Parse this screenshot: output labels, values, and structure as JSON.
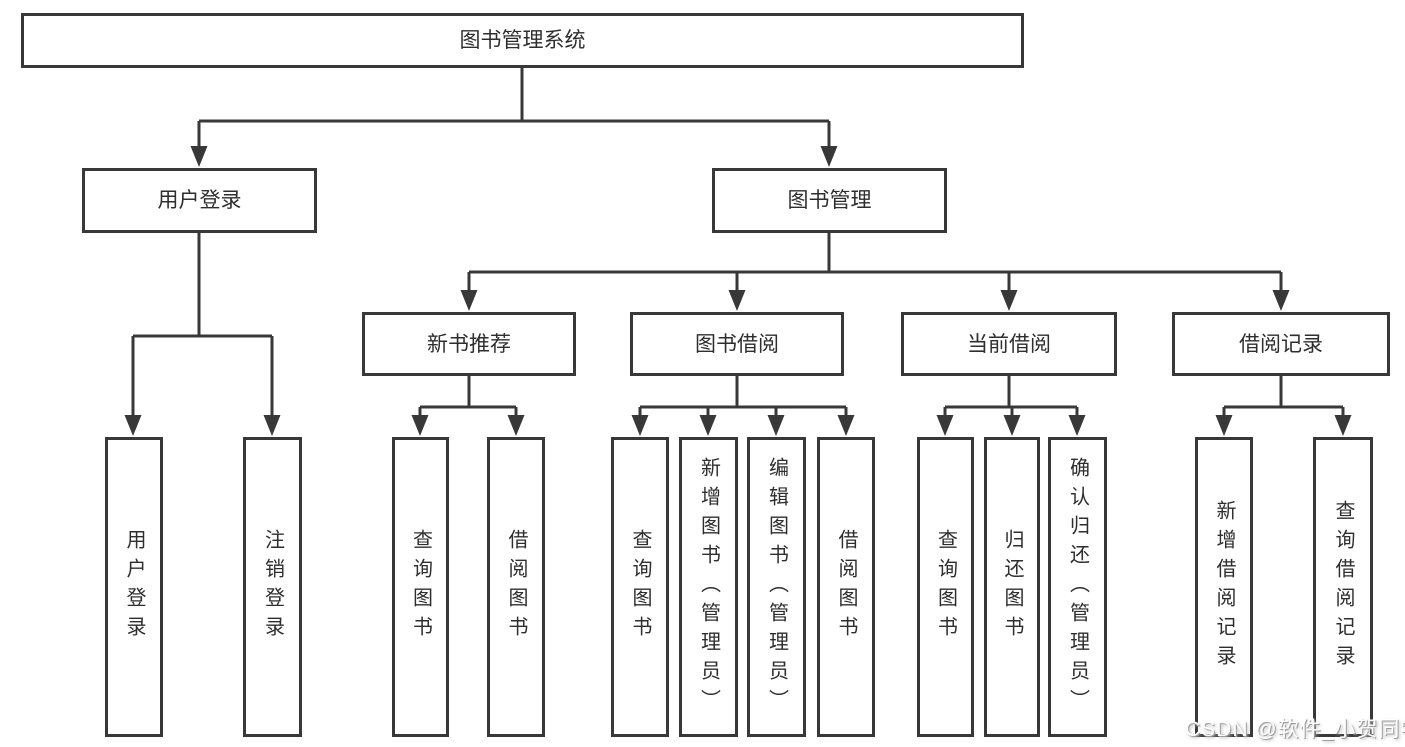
{
  "diagram": {
    "root": {
      "label": "图书管理系统"
    },
    "branches": [
      {
        "label": "用户登录",
        "children": [
          {
            "label": "用户登录"
          },
          {
            "label": "注销登录"
          }
        ]
      },
      {
        "label": "图书管理",
        "children": [
          {
            "label": "新书推荐",
            "children": [
              {
                "label": "查询图书"
              },
              {
                "label": "借阅图书"
              }
            ]
          },
          {
            "label": "图书借阅",
            "children": [
              {
                "label": "查询图书"
              },
              {
                "label": "新增图书（管理员）"
              },
              {
                "label": "编辑图书（管理员）"
              },
              {
                "label": "借阅图书"
              }
            ]
          },
          {
            "label": "当前借阅",
            "children": [
              {
                "label": "查询图书"
              },
              {
                "label": "归还图书"
              },
              {
                "label": "确认归还（管理员）"
              }
            ]
          },
          {
            "label": "借阅记录",
            "children": [
              {
                "label": "新增借阅记录"
              },
              {
                "label": "查询借阅记录"
              }
            ]
          }
        ]
      }
    ]
  },
  "watermark": {
    "text": "CSDN @软件_小贺同学"
  },
  "colors": {
    "line": "#383838",
    "text": "#2e2e2e",
    "watermark": "#ffffff"
  }
}
